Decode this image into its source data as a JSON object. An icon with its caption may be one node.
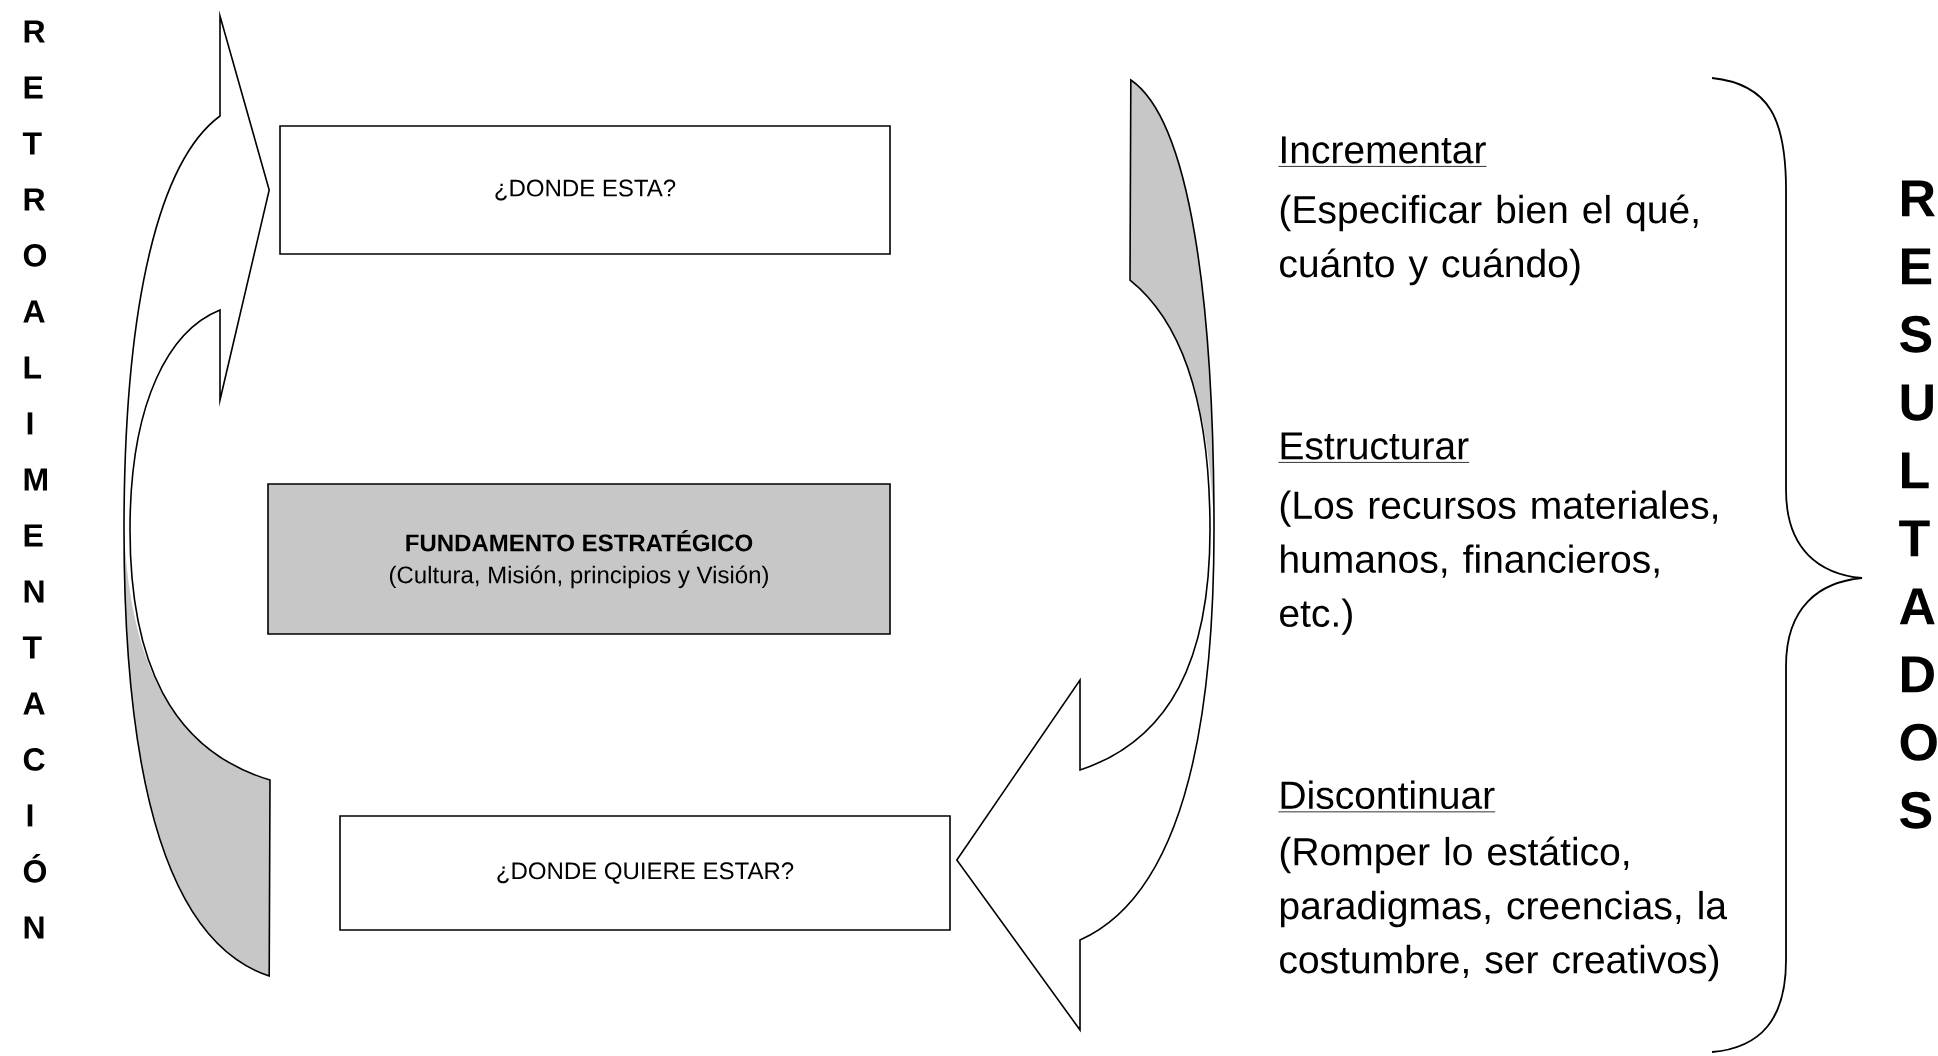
{
  "diagram": {
    "nodes": [
      {
        "text": [
          "¿DONDE ESTA?"
        ]
      },
      {
        "text": [
          "FUNDAMENTO ESTRATÉGICO",
          "(Cultura, Misión, principios y Visión)"
        ]
      },
      {
        "text": [
          "¿DONDE QUIERE ESTAR?"
        ]
      }
    ],
    "edges": [
      {
        "from": 2,
        "to": 0,
        "arrow": "to"
      },
      {
        "from": 0,
        "to": 2,
        "arrow": "to"
      }
    ],
    "labels": [
      "RETROALIMENTACIÓN",
      "Incrementar",
      "(Especificar bien el qué, cuánto y cuándo)",
      "Estructurar",
      "(Los recursos materiales, humanos, financieros, etc.)",
      "Discontinuar",
      "(Romper lo estático, paradigmas, creencias, la costumbre, ser creativos)",
      "RESULTADOS"
    ]
  }
}
